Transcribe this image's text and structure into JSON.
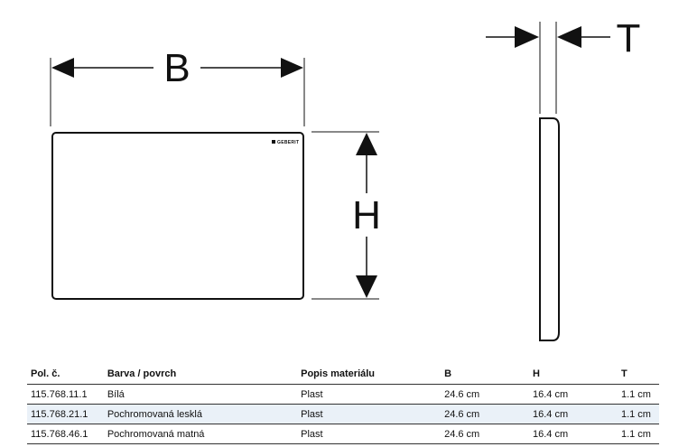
{
  "dimensions": {
    "width": "B",
    "height": "H",
    "thickness": "T"
  },
  "logo_text": "GEBERIT",
  "table": {
    "headers": [
      "Pol. č.",
      "Barva / povrch",
      "Popis materiálu",
      "B",
      "H",
      "T"
    ],
    "rows": [
      [
        "115.768.11.1",
        "Bílá",
        "Plast",
        "24.6 cm",
        "16.4 cm",
        "1.1 cm"
      ],
      [
        "115.768.21.1",
        "Pochromovaná lesklá",
        "Plast",
        "24.6 cm",
        "16.4 cm",
        "1.1 cm"
      ],
      [
        "115.768.46.1",
        "Pochromovaná matná",
        "Plast",
        "24.6 cm",
        "16.4 cm",
        "1.1 cm"
      ]
    ]
  }
}
